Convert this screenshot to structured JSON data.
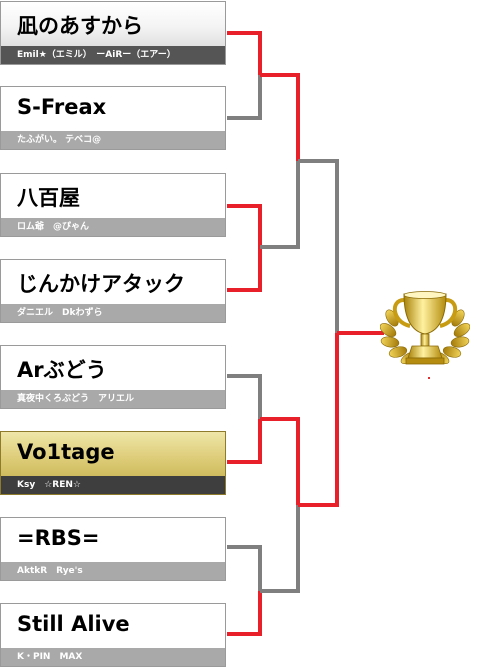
{
  "teams": [
    {
      "name": "凪のあすから",
      "members": "Emil★（エミル）　ーAiRー（エアー）",
      "style": "top"
    },
    {
      "name": "S-Freax",
      "members": "たふがい。 テベコ@",
      "style": "normal"
    },
    {
      "name": "八百屋",
      "members": "ロム爺　@ぴゃん",
      "style": "normal"
    },
    {
      "name": "じんかけアタック",
      "members": "ダニエル　Dkわずら",
      "style": "normal"
    },
    {
      "name": "Arぶどう",
      "members": "真夜中くろぶどう　アリエル",
      "style": "normal"
    },
    {
      "name": "Vo1tage",
      "members": "Ksy　☆REN☆",
      "style": "gold"
    },
    {
      "name": "=RBS=",
      "members": "AktkR　Rye's",
      "style": "normal"
    },
    {
      "name": "Still Alive",
      "members": "K・PIN　MAX",
      "style": "normal"
    }
  ],
  "colors": {
    "win": "#e8202a",
    "lose": "#7f7f7f",
    "gold": "#d9b520"
  },
  "trophy": {
    "icon": "trophy-icon"
  }
}
